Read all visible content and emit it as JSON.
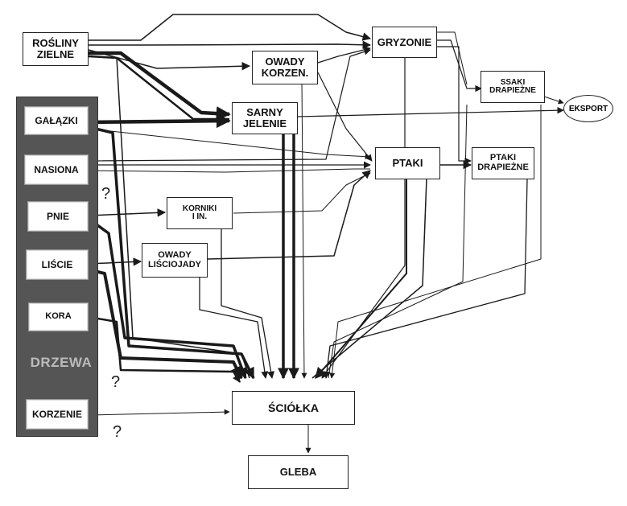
{
  "nodes": {
    "rosliny": "ROŚLINY\nZIELNE",
    "galazki": "GAŁĄZKI",
    "nasiona": "NASIONA",
    "pnie": "PNIE",
    "liscie": "LIŚCIE",
    "kora": "KORA",
    "korzenie": "KORZENIE",
    "drzewa": "DRZEWA",
    "owady_korzen": "OWADY\nKORZEN.",
    "sarny": "SARNY\nJELENIE",
    "gryzonie": "GRYZONIE",
    "ssaki": "SSAKI\nDRAPIEŻNE",
    "eksport": "EKSPORT",
    "ptaki": "PTAKI",
    "ptaki_drap": "PTAKI\nDRAPIEŻNE",
    "korniki": "KORNIKI\nI IN.",
    "owady_lisc": "OWADY\nLIŚCIOJADY",
    "sciolka": "ŚCIÓŁKA",
    "gleba": "GLEBA"
  },
  "question_mark": "?",
  "colors": {
    "line": "#1a1a1a",
    "tree_panel": "#555555",
    "tree_label": "#bbbbbb"
  }
}
